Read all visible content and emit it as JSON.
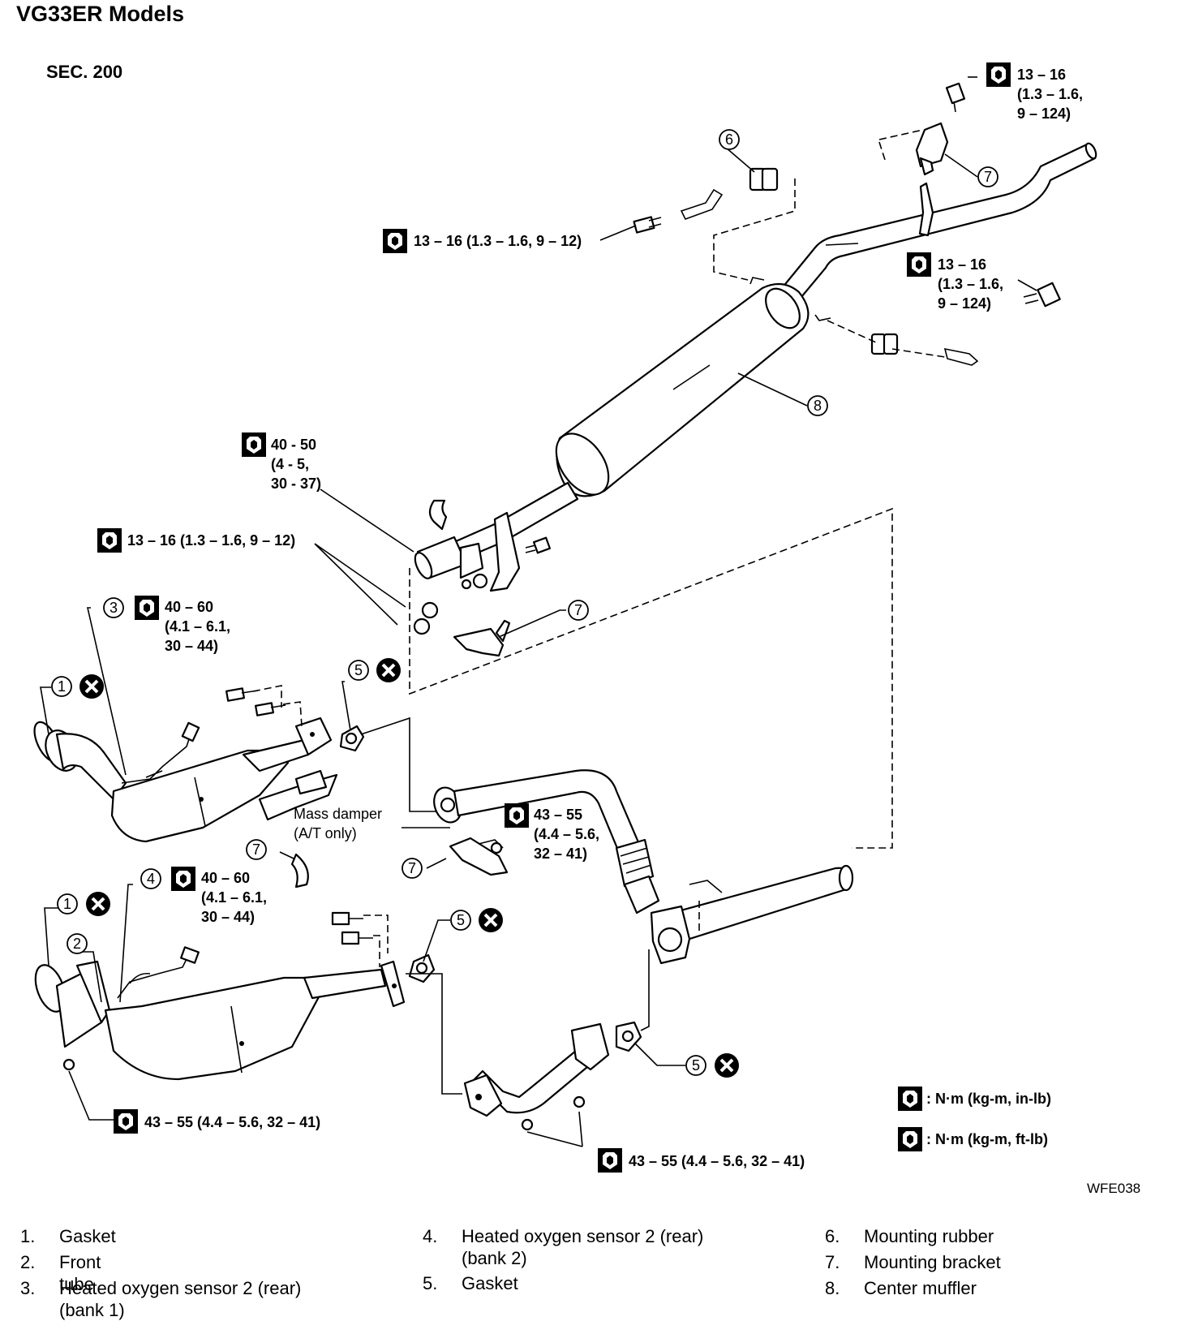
{
  "title": "VG33ER Models",
  "section": "SEC. 200",
  "torques": {
    "t_top_right": [
      "13 – 16",
      "(1.3 – 1.6,",
      "9 – 124)"
    ],
    "t_top_mid": "13 – 16 (1.3 – 1.6, 9 – 12)",
    "t_right_mid": [
      "13 – 16",
      "(1.3 – 1.6,",
      "9 – 124)"
    ],
    "t_40_50": [
      "40 - 50",
      "(4 - 5,",
      "30 - 37)"
    ],
    "t_13_16_left": "13 – 16 (1.3 – 1.6, 9 – 12)",
    "t_40_60_a": [
      "40 – 60",
      "(4.1 – 6.1,",
      "30 – 44)"
    ],
    "t_43_55_mid": [
      "43 – 55",
      "(4.4 – 5.6,",
      "32 – 41)"
    ],
    "t_40_60_b": [
      "40 – 60",
      "(4.1 – 6.1,",
      "30 – 44)"
    ],
    "t_43_55_bottom_left": "43 – 55 (4.4 – 5.6, 32 – 41)",
    "t_43_55_bottom_mid": "43 – 55 (4.4 – 5.6, 32 – 41)"
  },
  "callouts": [
    "6",
    "7",
    "8",
    "3",
    "7",
    "1",
    "5",
    "7",
    "7",
    "4",
    "1",
    "2",
    "5",
    "5"
  ],
  "notes": {
    "mass_damper": [
      "Mass damper",
      "(A/T only)"
    ]
  },
  "units_legend": [
    ": N·m (kg-m, in-lb)",
    ": N·m (kg-m, ft-lb)"
  ],
  "figure_code": "WFE038",
  "parts": [
    {
      "num": "1.",
      "name": "Gasket"
    },
    {
      "num": "2.",
      "name": "Front tube"
    },
    {
      "num": "3.",
      "name": "Heated oxygen sensor 2 (rear)",
      "name2": "(bank 1)"
    },
    {
      "num": "4.",
      "name": "Heated oxygen sensor 2 (rear)",
      "name2": "(bank 2)"
    },
    {
      "num": "5.",
      "name": "Gasket"
    },
    {
      "num": "6.",
      "name": "Mounting rubber"
    },
    {
      "num": "7.",
      "name": "Mounting bracket"
    },
    {
      "num": "8.",
      "name": "Center muffler"
    }
  ],
  "icons": {
    "torque": "torque-wrench-icon",
    "replace": "do-not-reuse-icon"
  }
}
